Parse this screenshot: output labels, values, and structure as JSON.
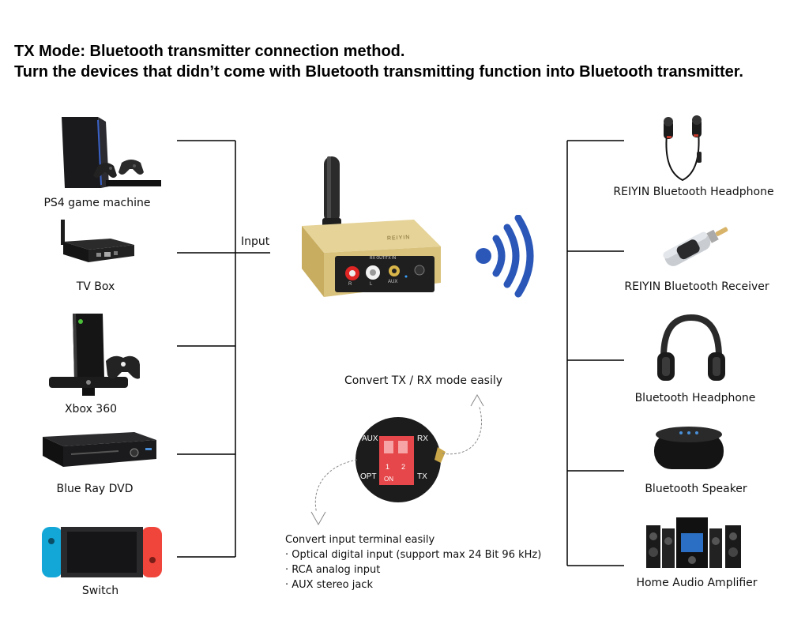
{
  "title": {
    "line1": "TX Mode: Bluetooth transmitter connection method.",
    "line2": "Turn the devices that didn’t come with Bluetooth transmitting function into Bluetooth transmitter."
  },
  "inputs": [
    {
      "label": "PS4 game machine",
      "icon": "ps4-console-icon"
    },
    {
      "label": "TV Box",
      "icon": "tv-box-icon"
    },
    {
      "label": "Xbox 360",
      "icon": "xbox-console-icon"
    },
    {
      "label": "Blue Ray DVD",
      "icon": "dvd-player-icon"
    },
    {
      "label": "Switch",
      "icon": "switch-console-icon"
    }
  ],
  "input_label": "Input",
  "device": {
    "brand": "REIYIN",
    "panel_text": "RX OUT/TX IN",
    "ports": [
      "R",
      "L",
      "AUX"
    ]
  },
  "switch": {
    "caption": "Convert TX / RX mode easily",
    "left_top": "AUX",
    "left_bottom": "OPT",
    "right_top": "RX",
    "right_bottom": "TX",
    "on_label": "ON",
    "positions": [
      "1",
      "2"
    ]
  },
  "input_notes": {
    "heading": "Convert input terminal easily",
    "items": [
      "· Optical digital input (support max 24 Bit 96 kHz)",
      "· RCA analog input",
      "· AUX stereo jack"
    ]
  },
  "outputs": [
    {
      "label": "REIYIN Bluetooth Headphone",
      "icon": "earphones-icon"
    },
    {
      "label": "REIYIN Bluetooth Receiver",
      "icon": "bluetooth-receiver-icon"
    },
    {
      "label": "Bluetooth Headphone",
      "icon": "headphone-icon"
    },
    {
      "label": "Bluetooth Speaker",
      "icon": "speaker-icon"
    },
    {
      "label": "Home Audio Amplifier",
      "icon": "home-audio-icon"
    }
  ],
  "colors": {
    "wave": "#2a57b8",
    "gold": "#d9c27c",
    "switch_red": "#e5474a"
  }
}
